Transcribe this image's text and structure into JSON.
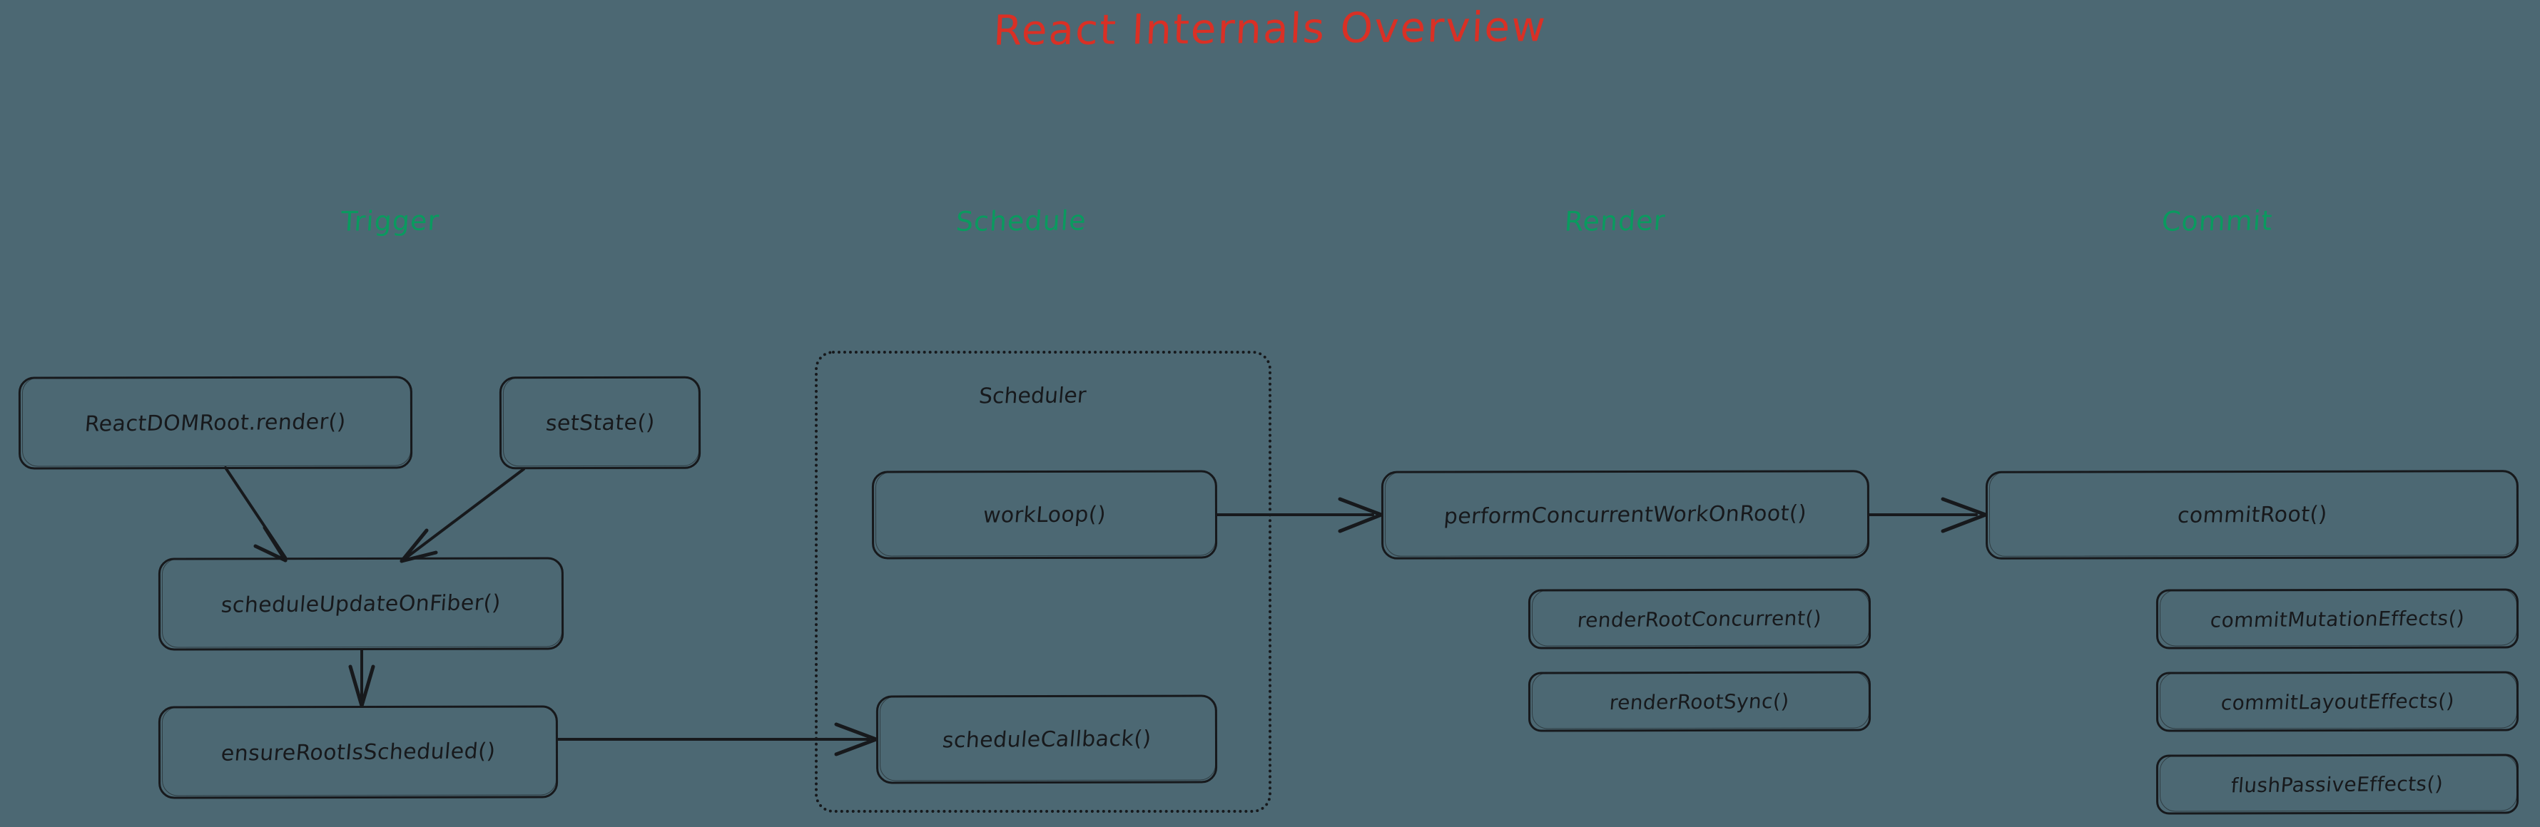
{
  "title": "React Internals Overview",
  "colors": {
    "background": "#4c6873",
    "title": "#d93025",
    "lane_header": "#0a9a5f",
    "stroke": "#17191c"
  },
  "lanes": [
    {
      "id": "trigger",
      "label": "Trigger"
    },
    {
      "id": "schedule",
      "label": "Schedule"
    },
    {
      "id": "render",
      "label": "Render"
    },
    {
      "id": "commit",
      "label": "Commit"
    }
  ],
  "cluster": {
    "id": "scheduler",
    "label": "Scheduler",
    "border_style": "dotted"
  },
  "nodes": {
    "react_dom_root_render": "ReactDOMRoot.render()",
    "set_state": "setState()",
    "schedule_update_on_fiber": "scheduleUpdateOnFiber()",
    "ensure_root_is_scheduled": "ensureRootIsScheduled()",
    "work_loop": "workLoop()",
    "schedule_callback": "scheduleCallback()",
    "perform_concurrent_work": "performConcurrentWorkOnRoot()",
    "render_root_concurrent": "renderRootConcurrent()",
    "render_root_sync": "renderRootSync()",
    "commit_root": "commitRoot()",
    "commit_mutation_effects": "commitMutationEffects()",
    "commit_layout_effects": "commitLayoutEffects()",
    "flush_passive_effects": "flushPassiveEffects()"
  },
  "edges": [
    {
      "from": "react_dom_root_render",
      "to": "schedule_update_on_fiber",
      "arrow": true
    },
    {
      "from": "set_state",
      "to": "schedule_update_on_fiber",
      "arrow": true
    },
    {
      "from": "schedule_update_on_fiber",
      "to": "ensure_root_is_scheduled",
      "arrow": true
    },
    {
      "from": "ensure_root_is_scheduled",
      "to": "schedule_callback",
      "arrow": true
    },
    {
      "from": "work_loop",
      "to": "perform_concurrent_work",
      "arrow": true
    },
    {
      "from": "perform_concurrent_work",
      "to": "commit_root",
      "arrow": true
    }
  ]
}
